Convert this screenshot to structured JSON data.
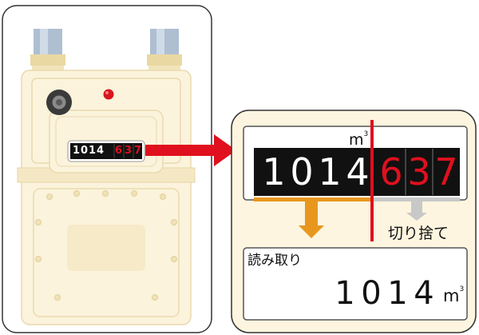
{
  "meter": {
    "integer_digits": [
      "1",
      "0",
      "1",
      "4"
    ],
    "decimal_digits": [
      "6",
      "3",
      "7"
    ]
  },
  "detail": {
    "unit_base": "m",
    "unit_exp": "3",
    "discard_label": "切り捨て",
    "reading_title": "読み取り",
    "reading_digits": [
      "1",
      "0",
      "1",
      "4"
    ],
    "reading_unit_base": "m",
    "reading_unit_exp": "3"
  },
  "colors": {
    "meter_body": "#fbf3dc",
    "panel_bg": "#fdf5df",
    "arrow_red": "#e0101e",
    "arrow_orange": "#e8971e",
    "arrow_gray": "#c8c8c8",
    "pipe_blue": "#a9bccf"
  }
}
